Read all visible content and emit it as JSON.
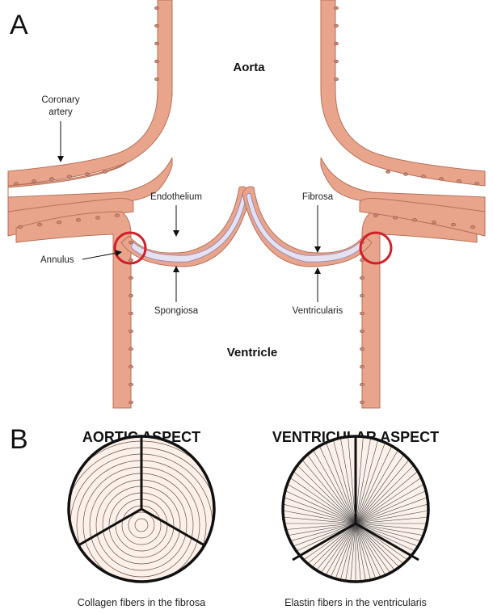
{
  "panel_a": {
    "letter": "A",
    "labels": {
      "aorta": "Aorta",
      "ventricle": "Ventricle",
      "coronary_artery_line1": "Coronary",
      "coronary_artery_line2": "artery",
      "endothelium": "Endothelium",
      "fibrosa": "Fibrosa",
      "annulus": "Annulus",
      "spongiosa": "Spongiosa",
      "ventricularis": "Ventricularis"
    }
  },
  "panel_b": {
    "letter": "B",
    "aortic": {
      "title": "AORTIC ASPECT",
      "caption": "Collagen fibers in the fibrosa"
    },
    "ventricular": {
      "title": "VENTRICULAR ASPECT",
      "caption": "Elastin fibers in the ventricularis"
    }
  },
  "colors": {
    "tissue": "#e8a58c",
    "tissue_edge": "#b8705a",
    "valve_core": "#e4e2f2",
    "annulus_ring": "#d0202a",
    "disc_fill": "#fbf1ea"
  }
}
